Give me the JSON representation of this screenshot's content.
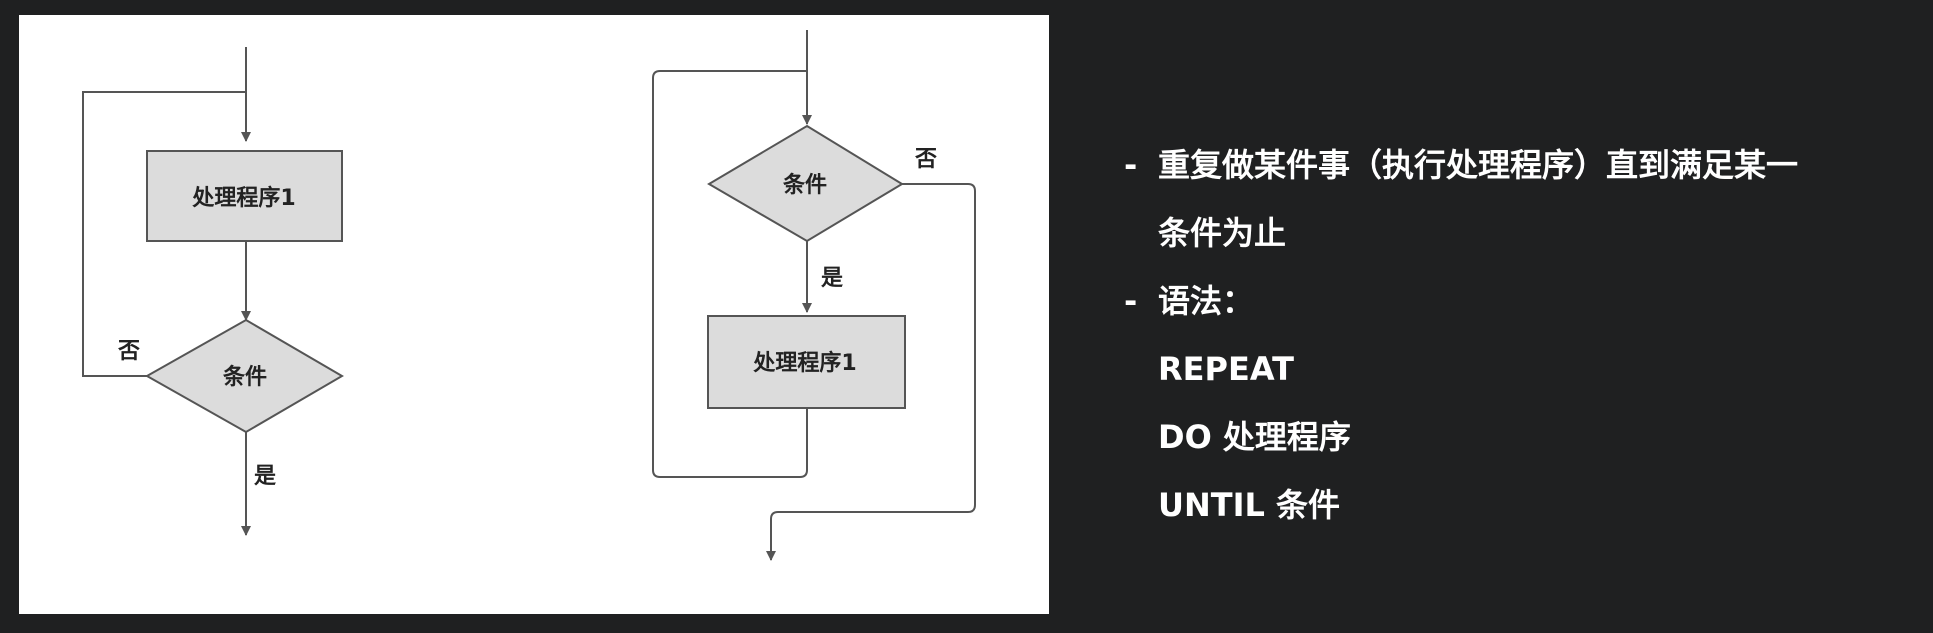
{
  "left_flowchart": {
    "process_label": "处理程序1",
    "condition_label": "条件",
    "no_label": "否",
    "yes_label": "是"
  },
  "right_flowchart": {
    "process_label": "处理程序1",
    "condition_label": "条件",
    "no_label": "否",
    "yes_label": "是"
  },
  "notes": {
    "bullet": "-",
    "line1a": "重复做某件事（执行处理程序）直到满足某一",
    "line1b": "条件为止",
    "line2": "语法：",
    "syntax_repeat": "REPEAT",
    "syntax_do": "DO 处理程序",
    "syntax_until": "UNTIL 条件"
  },
  "colors": {
    "page_background": "#1f2021",
    "panel_background": "#ffffff",
    "shape_fill": "#dcdcdc",
    "line": "#555555",
    "note_text": "#ffffff"
  }
}
